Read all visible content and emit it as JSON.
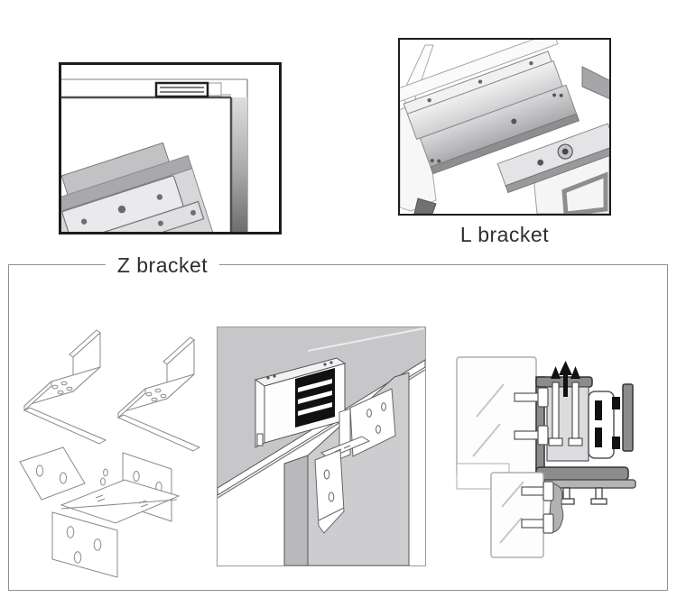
{
  "labels": {
    "l_bracket": "L bracket",
    "z_bracket": "Z bracket"
  },
  "colors": {
    "background": "#ffffff",
    "panel_border": "#1c1c1c",
    "group_box_border": "#8f8f8f",
    "label_text": "#2e2e2e",
    "metal_light": "#e9e9eb",
    "metal_mid": "#c7c7c9",
    "metal_dark": "#8c8c8e",
    "outline": "#77777a",
    "black_accent": "#111111"
  },
  "illustrations": {
    "door_corner": "door-corner-with-maglock-illustration",
    "l_bracket_closeup": "l-bracket-closeup-illustration",
    "z_pieces": "z-bracket-pieces-illustration",
    "z_assembled": "z-bracket-assembled-illustration",
    "door_maglock": "door-with-maglock-and-z-bracket-illustration",
    "cross_section": "glass-door-cross-section-illustration"
  }
}
